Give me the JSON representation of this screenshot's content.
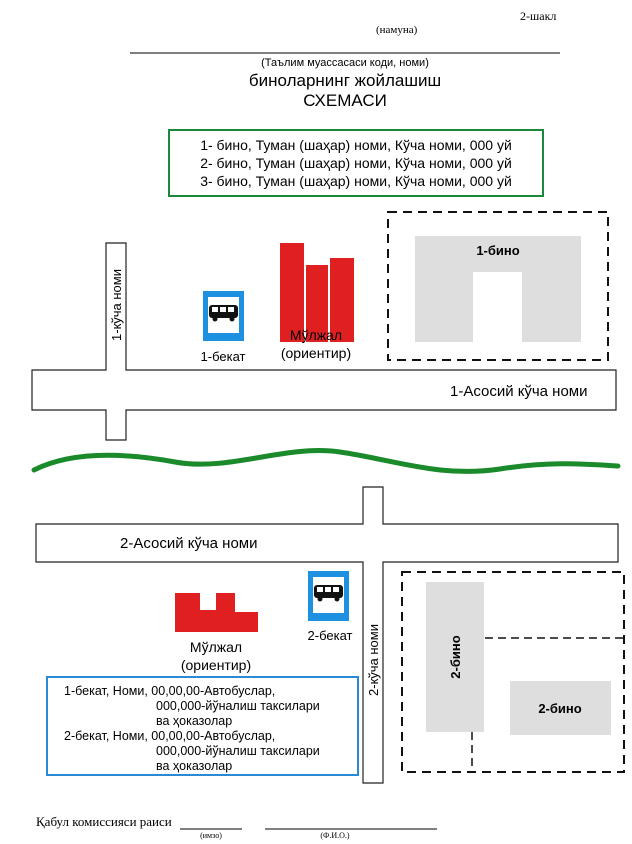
{
  "header": {
    "form_label": "2-шакл",
    "sample_label": "(намуна)",
    "institution_caption": "(Таълим муассасаси коди, номи)",
    "title_line1": "биноларнинг жойлашиш",
    "title_line2": "СХЕМАСИ"
  },
  "address_box": {
    "lines": [
      "1- бино, Туман (шаҳар) номи, Кўча номи, 000 уй",
      "2- бино, Туман (шаҳар) номи, Кўча номи, 000 уй",
      "3- бино, Туман (шаҳар) номи, Кўча номи, 000 уй"
    ]
  },
  "streets": {
    "side_street_1": "1-кўча номи",
    "main_street_1": "1-Асосий кўча номи",
    "main_street_2": "2-Асосий кўча номи",
    "side_street_2": "2-кўча номи"
  },
  "buildings": {
    "building_1": "1-бино",
    "building_2_left": "2-бино",
    "building_2_right": "2-бино"
  },
  "stops": {
    "stop_1": "1-бекат",
    "stop_2": "2-бекат"
  },
  "landmarks": {
    "landmark_1_line1": "Мўлжал",
    "landmark_1_line2": "(ориентир)",
    "landmark_2_line1": "Мўлжал",
    "landmark_2_line2": "(ориентир)"
  },
  "transport_box": {
    "lines": [
      "1-бекат, Номи, 00,00,00-Автобуслар,",
      "000,000-йўналиш таксилари",
      "ва ҳоказолар",
      "2-бекат, Номи, 00,00,00-Автобуслар,",
      "000,000-йўналиш таксилари",
      "ва ҳоказолар"
    ]
  },
  "footer": {
    "commission_label": "Қабул комиссияси раиси",
    "signature_caption": "(имзо)",
    "name_caption": "(Ф.И.О.)"
  },
  "colors": {
    "address_box_border": "#1a8a3a",
    "river": "#1a8a2a",
    "transport_box_border": "#2a8ad6",
    "bus_sign": "#1e90e0",
    "landmark": "#e02020",
    "building": "#dedede"
  }
}
